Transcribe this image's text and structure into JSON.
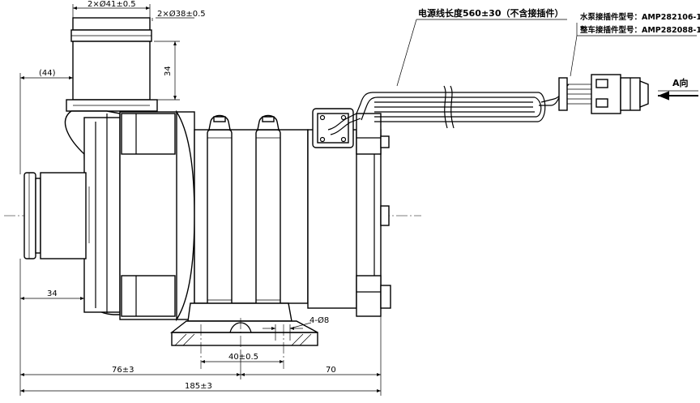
{
  "dimensions": {
    "top_outer_diameter": "2×Ø41±0.5",
    "top_inner_diameter": "2×Ø38±0.5",
    "outlet_height": "34",
    "inlet_offset": "(44)",
    "inlet_length": "34",
    "mount_hole_spacing": "40±0.5",
    "mount_holes": "4-Ø8",
    "left_to_mount": "76±3",
    "mount_to_right": "70",
    "overall_length": "185±3"
  },
  "annotations": {
    "cable_length": "电源线长度560±30（不含接插件）",
    "pump_connector": "水泵接插件型号：AMP282106-1",
    "vehicle_connector": "整车接插件型号：AMP282088-1",
    "view_direction": "A向"
  }
}
